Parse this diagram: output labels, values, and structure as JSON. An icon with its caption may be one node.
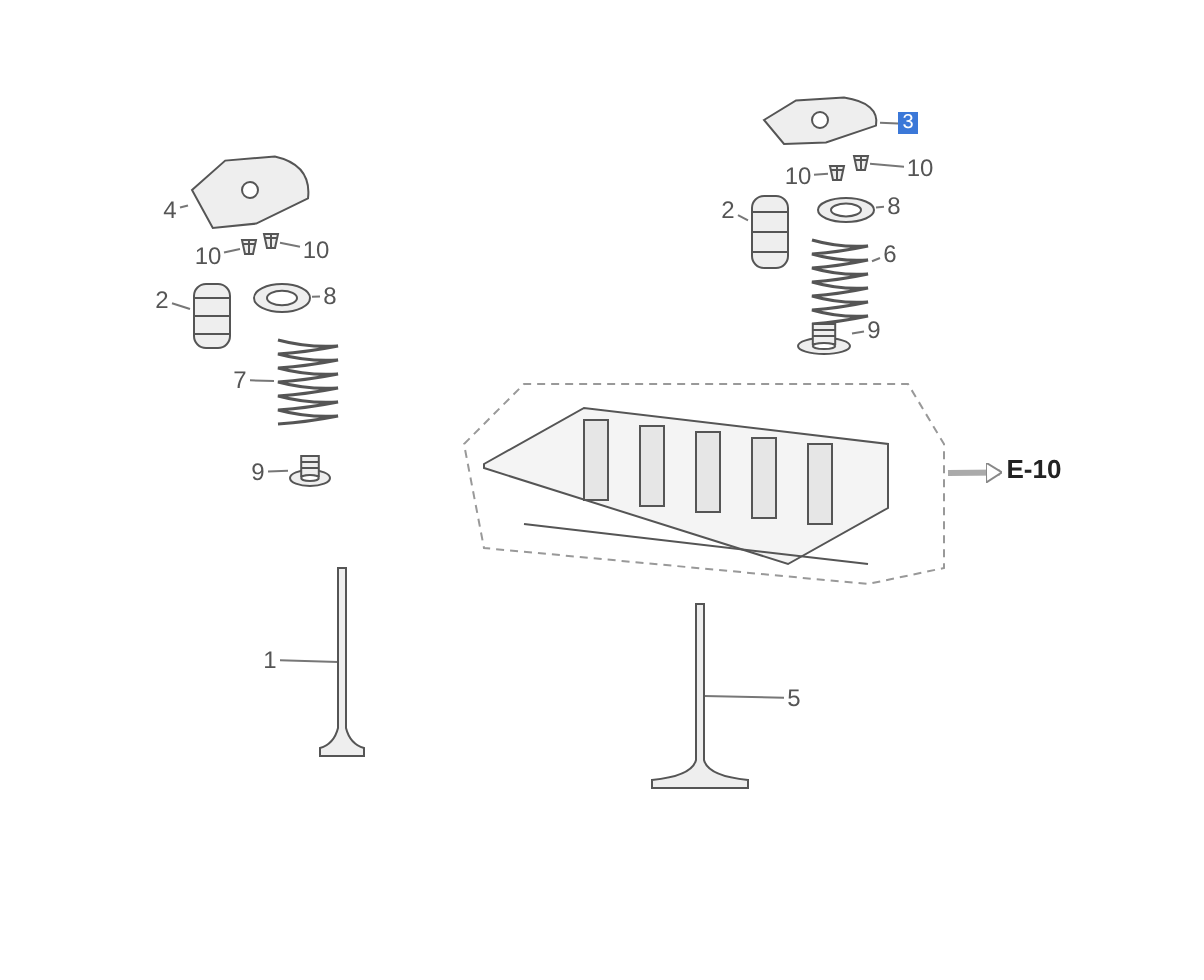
{
  "diagram": {
    "nodes": [
      {
        "text": [
          "4"
        ]
      },
      {
        "text": [],
        "shape": "picture"
      },
      {
        "text": [
          "10"
        ]
      },
      {
        "text": [],
        "shape": "picture"
      },
      {
        "text": [
          "10"
        ]
      },
      {
        "text": [],
        "shape": "picture"
      },
      {
        "text": [
          "2"
        ]
      },
      {
        "text": [],
        "shape": "picture"
      },
      {
        "text": [
          "8"
        ]
      },
      {
        "text": [],
        "shape": "picture"
      },
      {
        "text": [
          "7"
        ]
      },
      {
        "text": [],
        "shape": "picture"
      },
      {
        "text": [
          "9"
        ]
      },
      {
        "text": [],
        "shape": "picture"
      },
      {
        "text": [
          "1"
        ]
      },
      {
        "text": [],
        "shape": "picture"
      },
      {
        "text": [
          "3"
        ]
      },
      {
        "text": [],
        "shape": "picture"
      },
      {
        "text": [
          "10"
        ]
      },
      {
        "text": [],
        "shape": "picture"
      },
      {
        "text": [
          "10"
        ]
      },
      {
        "text": [],
        "shape": "picture"
      },
      {
        "text": [
          "2"
        ]
      },
      {
        "text": [],
        "shape": "picture"
      },
      {
        "text": [
          "8"
        ]
      },
      {
        "text": [],
        "shape": "picture"
      },
      {
        "text": [
          "6"
        ]
      },
      {
        "text": [],
        "shape": "picture"
      },
      {
        "text": [
          "9"
        ]
      },
      {
        "text": [],
        "shape": "picture"
      },
      {
        "text": [
          "5"
        ]
      },
      {
        "text": [],
        "shape": "picture"
      },
      {
        "text": [],
        "shape": "picture"
      },
      {
        "text": [
          "E-10"
        ]
      }
    ],
    "edges": [
      {
        "from": 0,
        "to": 1,
        "arrow": "none"
      },
      {
        "from": 2,
        "to": 3,
        "arrow": "none"
      },
      {
        "from": 4,
        "to": 5,
        "arrow": "none"
      },
      {
        "from": 6,
        "to": 7,
        "arrow": "none"
      },
      {
        "from": 8,
        "to": 9,
        "arrow": "none"
      },
      {
        "from": 10,
        "to": 11,
        "arrow": "none"
      },
      {
        "from": 12,
        "to": 13,
        "arrow": "none"
      },
      {
        "from": 14,
        "to": 15,
        "arrow": "none"
      },
      {
        "from": 16,
        "to": 17,
        "arrow": "none"
      },
      {
        "from": 18,
        "to": 19,
        "arrow": "none"
      },
      {
        "from": 20,
        "to": 21,
        "arrow": "none"
      },
      {
        "from": 22,
        "to": 23,
        "arrow": "none"
      },
      {
        "from": 24,
        "to": 25,
        "arrow": "none"
      },
      {
        "from": 26,
        "to": 27,
        "arrow": "none"
      },
      {
        "from": 28,
        "to": 29,
        "arrow": "none"
      },
      {
        "from": 30,
        "to": 31,
        "arrow": "none"
      },
      {
        "from": 32,
        "to": 33,
        "arrow": "to",
        "style": "thick"
      }
    ]
  }
}
